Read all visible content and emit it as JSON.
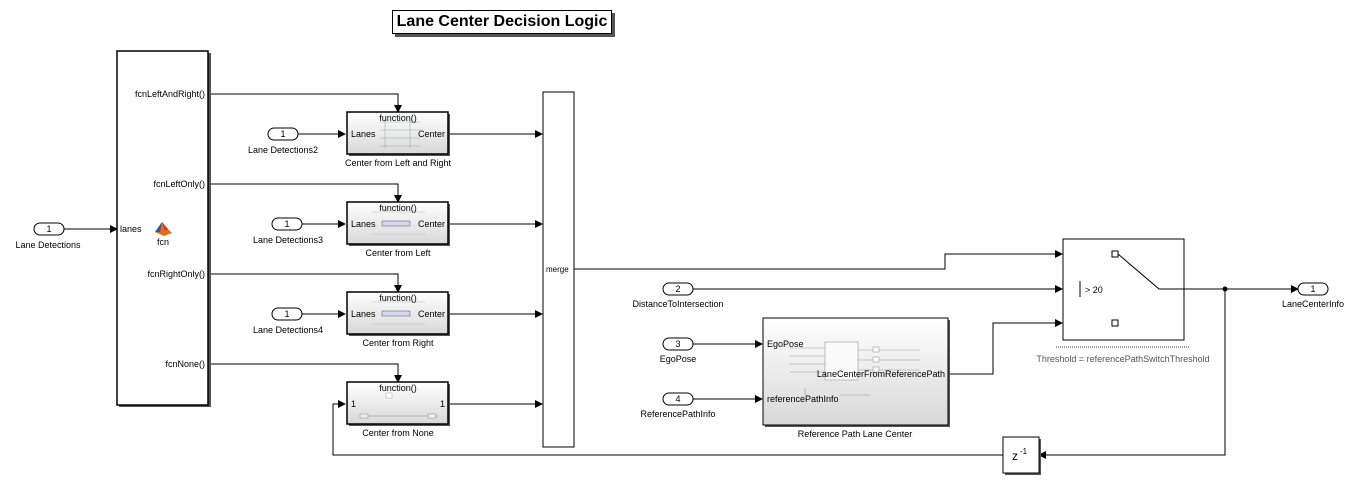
{
  "title": "Lane Center Decision Logic",
  "inports": [
    {
      "number": "1",
      "label": "Lane Detections"
    },
    {
      "number": "1",
      "label": "Lane Detections2"
    },
    {
      "number": "1",
      "label": "Lane Detections3"
    },
    {
      "number": "1",
      "label": "Lane Detections4"
    },
    {
      "number": "2",
      "label": "DistanceToIntersection"
    },
    {
      "number": "3",
      "label": "EgoPose"
    },
    {
      "number": "4",
      "label": "ReferencePathInfo"
    }
  ],
  "outport": {
    "number": "1",
    "label": "LaneCenterInfo"
  },
  "fcn_block": {
    "name": "fcn",
    "input": "lanes",
    "outputs": [
      "fcnLeftAndRight()",
      "fcnLeftOnly()",
      "fcnRightOnly()",
      "fcnNone()"
    ]
  },
  "function_blocks": [
    {
      "name": "Center from Left and Right",
      "trigger": "function()",
      "in": "Lanes",
      "out": "Center"
    },
    {
      "name": "Center from Left",
      "trigger": "function()",
      "in": "Lanes",
      "out": "Center"
    },
    {
      "name": "Center from Right",
      "trigger": "function()",
      "in": "Lanes",
      "out": "Center"
    },
    {
      "name": "Center from None",
      "trigger": "function()",
      "in": "1",
      "out": "1"
    }
  ],
  "merge_block": {
    "label": "merge"
  },
  "switch_block": {
    "criteria": "> 20",
    "param": "Threshold = referencePathSwitchThreshold"
  },
  "ref_block": {
    "name": "Reference Path Lane Center",
    "in1": "EgoPose",
    "in2": "referencePathInfo",
    "out": "LaneCenterFromReferencePath"
  },
  "delay_block": {
    "base": "z",
    "exp": "-1"
  }
}
